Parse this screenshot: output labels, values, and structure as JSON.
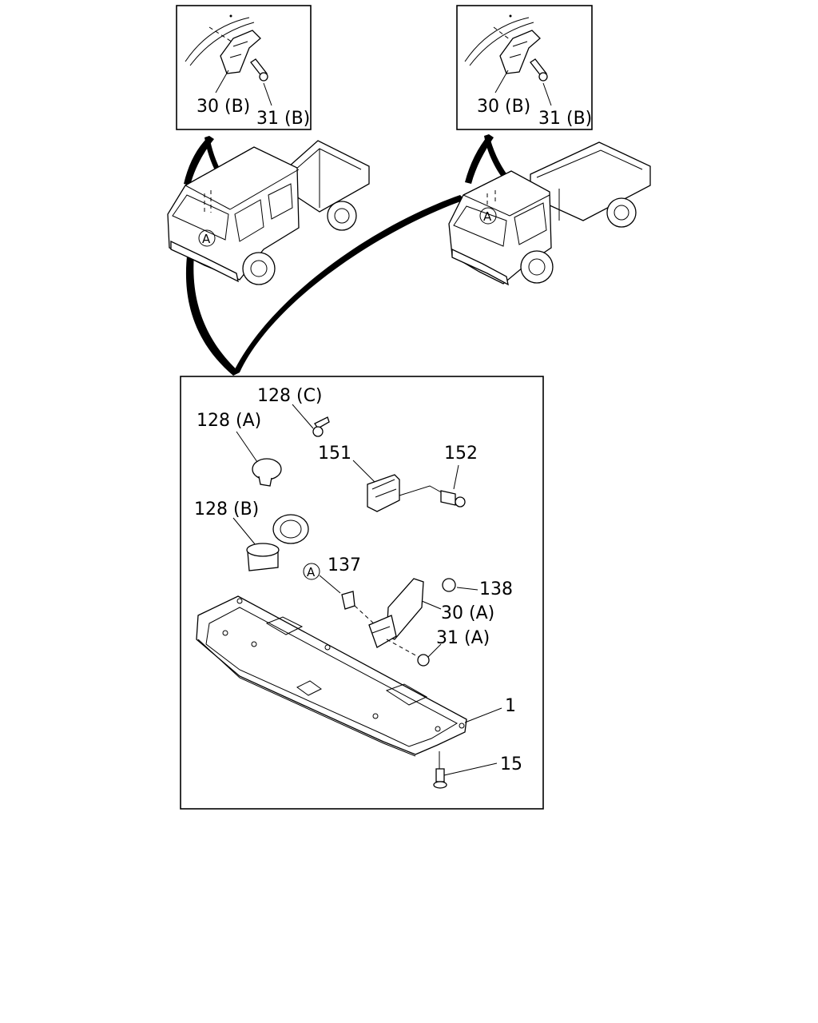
{
  "diagram": {
    "inset_left": {
      "label_bracket": "30 (B)",
      "label_bolt": "31 (B)"
    },
    "inset_right": {
      "label_bracket": "30 (B)",
      "label_bolt": "31 (B)"
    },
    "truck_crew_cab": {
      "marker": "A"
    },
    "truck_single_cab": {
      "marker": "A"
    },
    "detail": {
      "marker_a": "A",
      "labels": {
        "p128c": "128 (C)",
        "p128a": "128 (A)",
        "p151": "151",
        "p152": "152",
        "p128b": "128 (B)",
        "p137": "137",
        "p138": "138",
        "p30a": "30 (A)",
        "p31a": "31 (A)",
        "p1": "1",
        "p15": "15"
      }
    }
  }
}
